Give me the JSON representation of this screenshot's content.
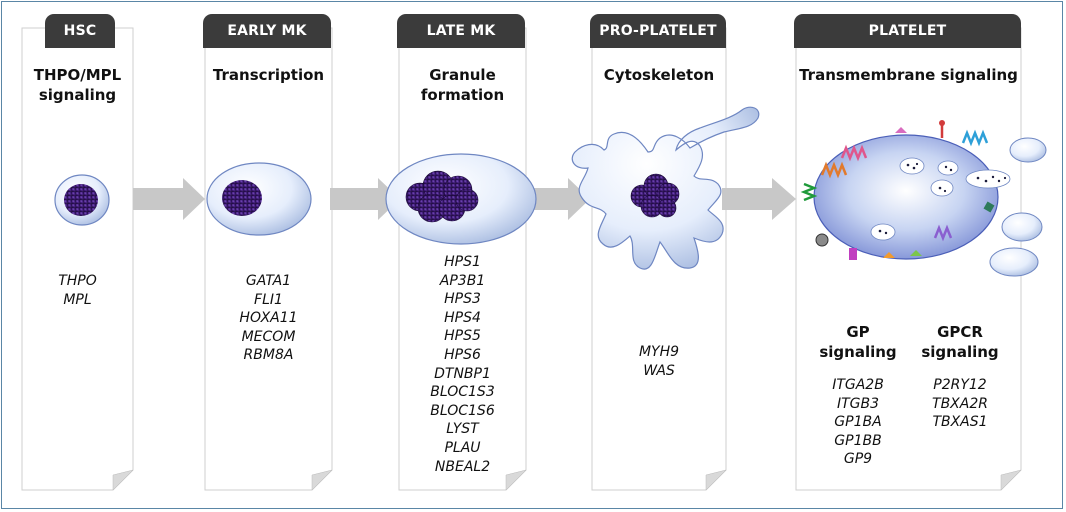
{
  "stages": [
    {
      "id": "hsc",
      "header": "HSC",
      "label_lines": [
        "THPO/MPL",
        "signaling"
      ],
      "genes": [
        "THPO",
        "MPL"
      ]
    },
    {
      "id": "early-mk",
      "header": "EARLY MK",
      "label_lines": [
        "Transcription"
      ],
      "genes": [
        "GATA1",
        "FLI1",
        "HOXA11",
        "MECOM",
        "RBM8A"
      ]
    },
    {
      "id": "late-mk",
      "header": "LATE MK",
      "label_lines": [
        "Granule",
        "formation"
      ],
      "genes": [
        "HPS1",
        "AP3B1",
        "HPS3",
        "HPS4",
        "HPS5",
        "HPS6",
        "DTNBP1",
        "BLOC1S3",
        "BLOC1S6",
        "LYST",
        "PLAU",
        "NBEAL2"
      ]
    },
    {
      "id": "pro-platelet",
      "header": "PRO-PLATELET",
      "label_lines": [
        "Cytoskeleton"
      ],
      "genes": [
        "MYH9",
        "WAS"
      ]
    },
    {
      "id": "platelet",
      "header": "PLATELET",
      "label_lines": [
        "Transmembrane signaling"
      ],
      "groups": [
        {
          "label_lines": [
            "GP",
            "signaling"
          ],
          "genes": [
            "ITGA2B",
            "ITGB3",
            "GP1BA",
            "GP1BB",
            "GP9"
          ]
        },
        {
          "label_lines": [
            "GPCR",
            "signaling"
          ],
          "genes": [
            "P2RY12",
            "TBXA2R",
            "TBXAS1"
          ]
        }
      ]
    }
  ],
  "colors": {
    "header_bg": "#3b3b3b",
    "nucleus": "#3a1670",
    "cell_fill": "#dfe9fb",
    "arrow": "#c8c8c8"
  }
}
